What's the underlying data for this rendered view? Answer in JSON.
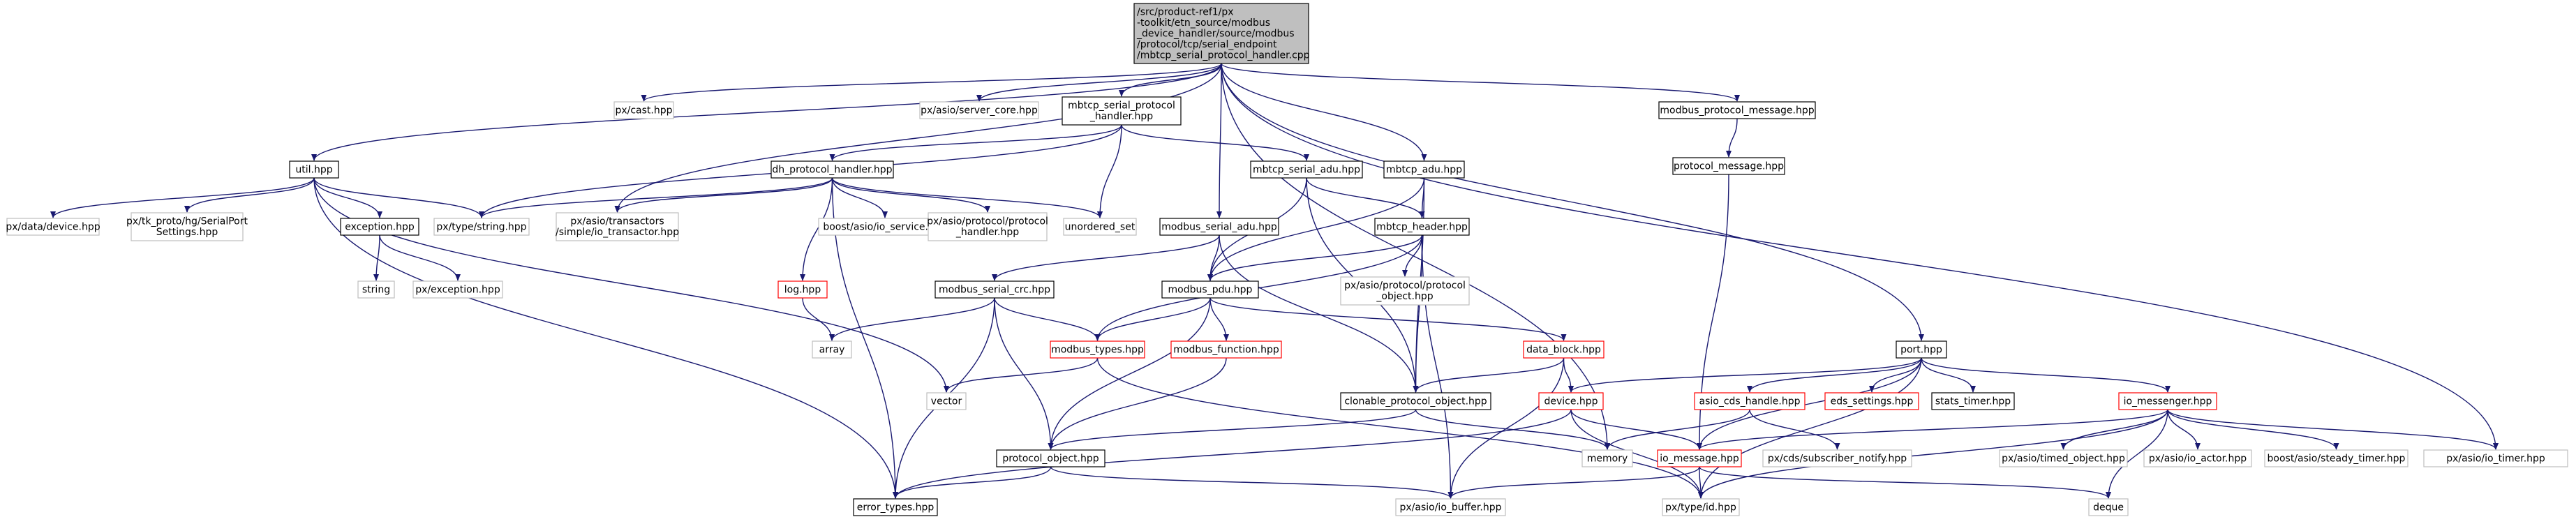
{
  "colors": {
    "edge": "#191970",
    "node_border": "#000000",
    "node_border_external": "#bfbfbf",
    "node_border_truncated": "#ff0000",
    "root_fill": "#bfbfbf",
    "node_fill": "#ffffff"
  },
  "nodes": [
    {
      "id": "root",
      "kind": "root",
      "lines": [
        "/src/product-ref1/px",
        "-toolkit/etn_source/modbus",
        "_device_handler/source/modbus",
        "/protocol/tcp/serial_endpoint",
        "/mbtcp_serial_protocol_handler.cpp"
      ]
    },
    {
      "id": "util",
      "kind": "normal",
      "lines": [
        "util.hpp"
      ]
    },
    {
      "id": "cast",
      "kind": "external",
      "lines": [
        "px/cast.hpp"
      ]
    },
    {
      "id": "server_core",
      "kind": "external",
      "lines": [
        "px/asio/server_core.hpp"
      ]
    },
    {
      "id": "mbtcp_serial_protocol_handler",
      "kind": "normal",
      "lines": [
        "mbtcp_serial_protocol",
        "_handler.hpp"
      ]
    },
    {
      "id": "modbus_protocol_message",
      "kind": "normal",
      "lines": [
        "modbus_protocol_message.hpp"
      ]
    },
    {
      "id": "protocol_message",
      "kind": "normal",
      "lines": [
        "protocol_message.hpp"
      ]
    },
    {
      "id": "device_ext",
      "kind": "external",
      "lines": [
        "px/data/device.hpp"
      ]
    },
    {
      "id": "serialport",
      "kind": "external",
      "lines": [
        "px/tk_proto/hg/SerialPort",
        "Settings.hpp"
      ]
    },
    {
      "id": "exception",
      "kind": "normal",
      "lines": [
        "exception.hpp"
      ]
    },
    {
      "id": "string_std",
      "kind": "external",
      "lines": [
        "string"
      ]
    },
    {
      "id": "px_exception",
      "kind": "external",
      "lines": [
        "px/exception.hpp"
      ]
    },
    {
      "id": "px_string",
      "kind": "external",
      "lines": [
        "px/type/string.hpp"
      ]
    },
    {
      "id": "io_transactor",
      "kind": "external",
      "lines": [
        "px/asio/transactors",
        "/simple/io_transactor.hpp"
      ]
    },
    {
      "id": "dh_protocol_handler",
      "kind": "normal",
      "lines": [
        "dh_protocol_handler.hpp"
      ]
    },
    {
      "id": "io_service",
      "kind": "external",
      "lines": [
        "boost/asio/io_service.hpp"
      ]
    },
    {
      "id": "pxprotocol_handler",
      "kind": "external",
      "lines": [
        "px/asio/protocol/protocol",
        "_handler.hpp"
      ]
    },
    {
      "id": "unordered_set",
      "kind": "external",
      "lines": [
        "unordered_set"
      ]
    },
    {
      "id": "log",
      "kind": "truncated",
      "lines": [
        "log.hpp"
      ]
    },
    {
      "id": "array",
      "kind": "external",
      "lines": [
        "array"
      ]
    },
    {
      "id": "mbtcp_serial_adu",
      "kind": "normal",
      "lines": [
        "mbtcp_serial_adu.hpp"
      ]
    },
    {
      "id": "mbtcp_adu",
      "kind": "normal",
      "lines": [
        "mbtcp_adu.hpp"
      ]
    },
    {
      "id": "mbtcp_header",
      "kind": "normal",
      "lines": [
        "mbtcp_header.hpp"
      ]
    },
    {
      "id": "protocol_object_ext",
      "kind": "external",
      "lines": [
        "px/asio/protocol/protocol",
        "_object.hpp"
      ]
    },
    {
      "id": "modbus_serial_adu",
      "kind": "normal",
      "lines": [
        "modbus_serial_adu.hpp"
      ]
    },
    {
      "id": "modbus_serial_crc",
      "kind": "normal",
      "lines": [
        "modbus_serial_crc.hpp"
      ]
    },
    {
      "id": "modbus_pdu",
      "kind": "normal",
      "lines": [
        "modbus_pdu.hpp"
      ]
    },
    {
      "id": "modbus_types",
      "kind": "truncated",
      "lines": [
        "modbus_types.hpp"
      ]
    },
    {
      "id": "modbus_function",
      "kind": "truncated",
      "lines": [
        "modbus_function.hpp"
      ]
    },
    {
      "id": "vector",
      "kind": "external",
      "lines": [
        "vector"
      ]
    },
    {
      "id": "data_block",
      "kind": "truncated",
      "lines": [
        "data_block.hpp"
      ]
    },
    {
      "id": "clonable_protocol_object",
      "kind": "normal",
      "lines": [
        "clonable_protocol_object.hpp"
      ]
    },
    {
      "id": "device",
      "kind": "truncated",
      "lines": [
        "device.hpp"
      ]
    },
    {
      "id": "protocol_object",
      "kind": "normal",
      "lines": [
        "protocol_object.hpp"
      ]
    },
    {
      "id": "error_types",
      "kind": "normal",
      "lines": [
        "error_types.hpp"
      ]
    },
    {
      "id": "memory",
      "kind": "external",
      "lines": [
        "memory"
      ]
    },
    {
      "id": "io_buffer",
      "kind": "external",
      "lines": [
        "px/asio/io_buffer.hpp"
      ]
    },
    {
      "id": "io_message",
      "kind": "truncated",
      "lines": [
        "io_message.hpp"
      ]
    },
    {
      "id": "px_id",
      "kind": "external",
      "lines": [
        "px/type/id.hpp"
      ]
    },
    {
      "id": "deque",
      "kind": "external",
      "lines": [
        "deque"
      ]
    },
    {
      "id": "port",
      "kind": "normal",
      "lines": [
        "port.hpp"
      ]
    },
    {
      "id": "asio_cds_handle",
      "kind": "truncated",
      "lines": [
        "asio_cds_handle.hpp"
      ]
    },
    {
      "id": "eds_settings",
      "kind": "truncated",
      "lines": [
        "eds_settings.hpp"
      ]
    },
    {
      "id": "stats_timer",
      "kind": "normal",
      "lines": [
        "stats_timer.hpp"
      ]
    },
    {
      "id": "io_messenger",
      "kind": "truncated",
      "lines": [
        "io_messenger.hpp"
      ]
    },
    {
      "id": "subscriber_notify",
      "kind": "external",
      "lines": [
        "px/cds/subscriber_notify.hpp"
      ]
    },
    {
      "id": "timed_object",
      "kind": "external",
      "lines": [
        "px/asio/timed_object.hpp"
      ]
    },
    {
      "id": "io_actor",
      "kind": "external",
      "lines": [
        "px/asio/io_actor.hpp"
      ]
    },
    {
      "id": "steady_timer",
      "kind": "external",
      "lines": [
        "boost/asio/steady_timer.hpp"
      ]
    },
    {
      "id": "io_timer",
      "kind": "external",
      "lines": [
        "px/asio/io_timer.hpp"
      ]
    }
  ],
  "edges": [
    [
      "root",
      "util"
    ],
    [
      "root",
      "cast"
    ],
    [
      "root",
      "server_core"
    ],
    [
      "root",
      "mbtcp_serial_protocol_handler"
    ],
    [
      "root",
      "modbus_protocol_message"
    ],
    [
      "root",
      "io_transactor"
    ],
    [
      "root",
      "modbus_serial_adu"
    ],
    [
      "root",
      "mbtcp_adu"
    ],
    [
      "root",
      "memory"
    ],
    [
      "root",
      "port"
    ],
    [
      "root",
      "io_timer"
    ],
    [
      "util",
      "device_ext"
    ],
    [
      "util",
      "serialport"
    ],
    [
      "util",
      "exception"
    ],
    [
      "util",
      "px_string"
    ],
    [
      "util",
      "vector"
    ],
    [
      "util",
      "error_types"
    ],
    [
      "exception",
      "string_std"
    ],
    [
      "exception",
      "px_exception"
    ],
    [
      "mbtcp_serial_protocol_handler",
      "dh_protocol_handler"
    ],
    [
      "mbtcp_serial_protocol_handler",
      "mbtcp_serial_adu"
    ],
    [
      "mbtcp_serial_protocol_handler",
      "unordered_set"
    ],
    [
      "mbtcp_serial_protocol_handler",
      "px_string"
    ],
    [
      "dh_protocol_handler",
      "px_string"
    ],
    [
      "dh_protocol_handler",
      "io_transactor"
    ],
    [
      "dh_protocol_handler",
      "io_service"
    ],
    [
      "dh_protocol_handler",
      "pxprotocol_handler"
    ],
    [
      "dh_protocol_handler",
      "unordered_set"
    ],
    [
      "dh_protocol_handler",
      "log"
    ],
    [
      "dh_protocol_handler",
      "error_types"
    ],
    [
      "log",
      "array"
    ],
    [
      "modbus_protocol_message",
      "protocol_message"
    ],
    [
      "protocol_message",
      "io_message"
    ],
    [
      "mbtcp_serial_adu",
      "mbtcp_header"
    ],
    [
      "mbtcp_serial_adu",
      "modbus_pdu"
    ],
    [
      "mbtcp_serial_adu",
      "clonable_protocol_object"
    ],
    [
      "mbtcp_adu",
      "mbtcp_header"
    ],
    [
      "mbtcp_adu",
      "modbus_pdu"
    ],
    [
      "mbtcp_adu",
      "clonable_protocol_object"
    ],
    [
      "mbtcp_header",
      "modbus_pdu"
    ],
    [
      "mbtcp_header",
      "protocol_object_ext"
    ],
    [
      "mbtcp_header",
      "modbus_types"
    ],
    [
      "mbtcp_header",
      "clonable_protocol_object"
    ],
    [
      "mbtcp_header",
      "io_buffer"
    ],
    [
      "modbus_serial_adu",
      "modbus_serial_crc"
    ],
    [
      "modbus_serial_adu",
      "modbus_pdu"
    ],
    [
      "modbus_serial_adu",
      "clonable_protocol_object"
    ],
    [
      "modbus_serial_crc",
      "array"
    ],
    [
      "modbus_serial_crc",
      "modbus_types"
    ],
    [
      "modbus_serial_crc",
      "protocol_object"
    ],
    [
      "modbus_serial_crc",
      "error_types"
    ],
    [
      "modbus_pdu",
      "modbus_types"
    ],
    [
      "modbus_pdu",
      "modbus_function"
    ],
    [
      "modbus_pdu",
      "data_block"
    ],
    [
      "modbus_pdu",
      "protocol_object"
    ],
    [
      "modbus_types",
      "vector"
    ],
    [
      "modbus_types",
      "px_id"
    ],
    [
      "modbus_function",
      "protocol_object"
    ],
    [
      "data_block",
      "clonable_protocol_object"
    ],
    [
      "data_block",
      "device"
    ],
    [
      "data_block",
      "io_buffer"
    ],
    [
      "clonable_protocol_object",
      "protocol_object"
    ],
    [
      "clonable_protocol_object",
      "memory"
    ],
    [
      "device",
      "error_types"
    ],
    [
      "device",
      "io_message"
    ],
    [
      "device",
      "px_id"
    ],
    [
      "protocol_object",
      "error_types"
    ],
    [
      "protocol_object",
      "io_buffer"
    ],
    [
      "io_message",
      "io_buffer"
    ],
    [
      "io_message",
      "px_id"
    ],
    [
      "io_message",
      "deque"
    ],
    [
      "port",
      "device"
    ],
    [
      "port",
      "asio_cds_handle"
    ],
    [
      "port",
      "eds_settings"
    ],
    [
      "port",
      "stats_timer"
    ],
    [
      "port",
      "io_messenger"
    ],
    [
      "port",
      "px_id"
    ],
    [
      "port",
      "io_message"
    ],
    [
      "asio_cds_handle",
      "memory"
    ],
    [
      "asio_cds_handle",
      "subscriber_notify"
    ],
    [
      "io_messenger",
      "io_message"
    ],
    [
      "io_messenger",
      "px_id"
    ],
    [
      "io_messenger",
      "deque"
    ],
    [
      "io_messenger",
      "timed_object"
    ],
    [
      "io_messenger",
      "io_actor"
    ],
    [
      "io_messenger",
      "steady_timer"
    ],
    [
      "io_messenger",
      "io_timer"
    ]
  ]
}
